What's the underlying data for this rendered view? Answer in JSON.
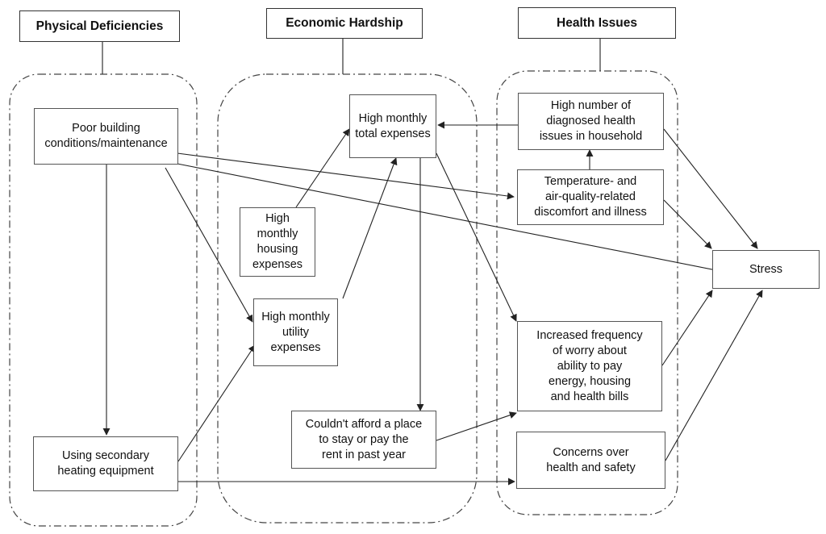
{
  "groups": {
    "physical": "Physical Deficiencies",
    "economic": "Economic Hardship",
    "health": "Health Issues"
  },
  "nodes": {
    "poor_building": "Poor building\nconditions/maintenance",
    "secondary_heating": "Using secondary\nheating equipment",
    "housing_expenses": "High monthly\nhousing\nexpenses",
    "utility_expenses": "High monthly\nutility\nexpenses",
    "total_expenses": "High monthly\ntotal expenses",
    "couldnt_afford": "Couldn't afford a place\nto stay or pay the\nrent in past year",
    "diagnosed_health": "High number of\ndiagnosed health\nissues in household",
    "temperature_air": "Temperature- and\nair-quality-related\ndiscomfort and illness",
    "worry_frequency": "Increased frequency\nof worry about\nability to pay\nenergy, housing\nand health bills",
    "concerns_health": "Concerns over\nhealth and safety",
    "stress": "Stress"
  },
  "colors": {
    "line": "#333333",
    "group_border": "#444444"
  }
}
